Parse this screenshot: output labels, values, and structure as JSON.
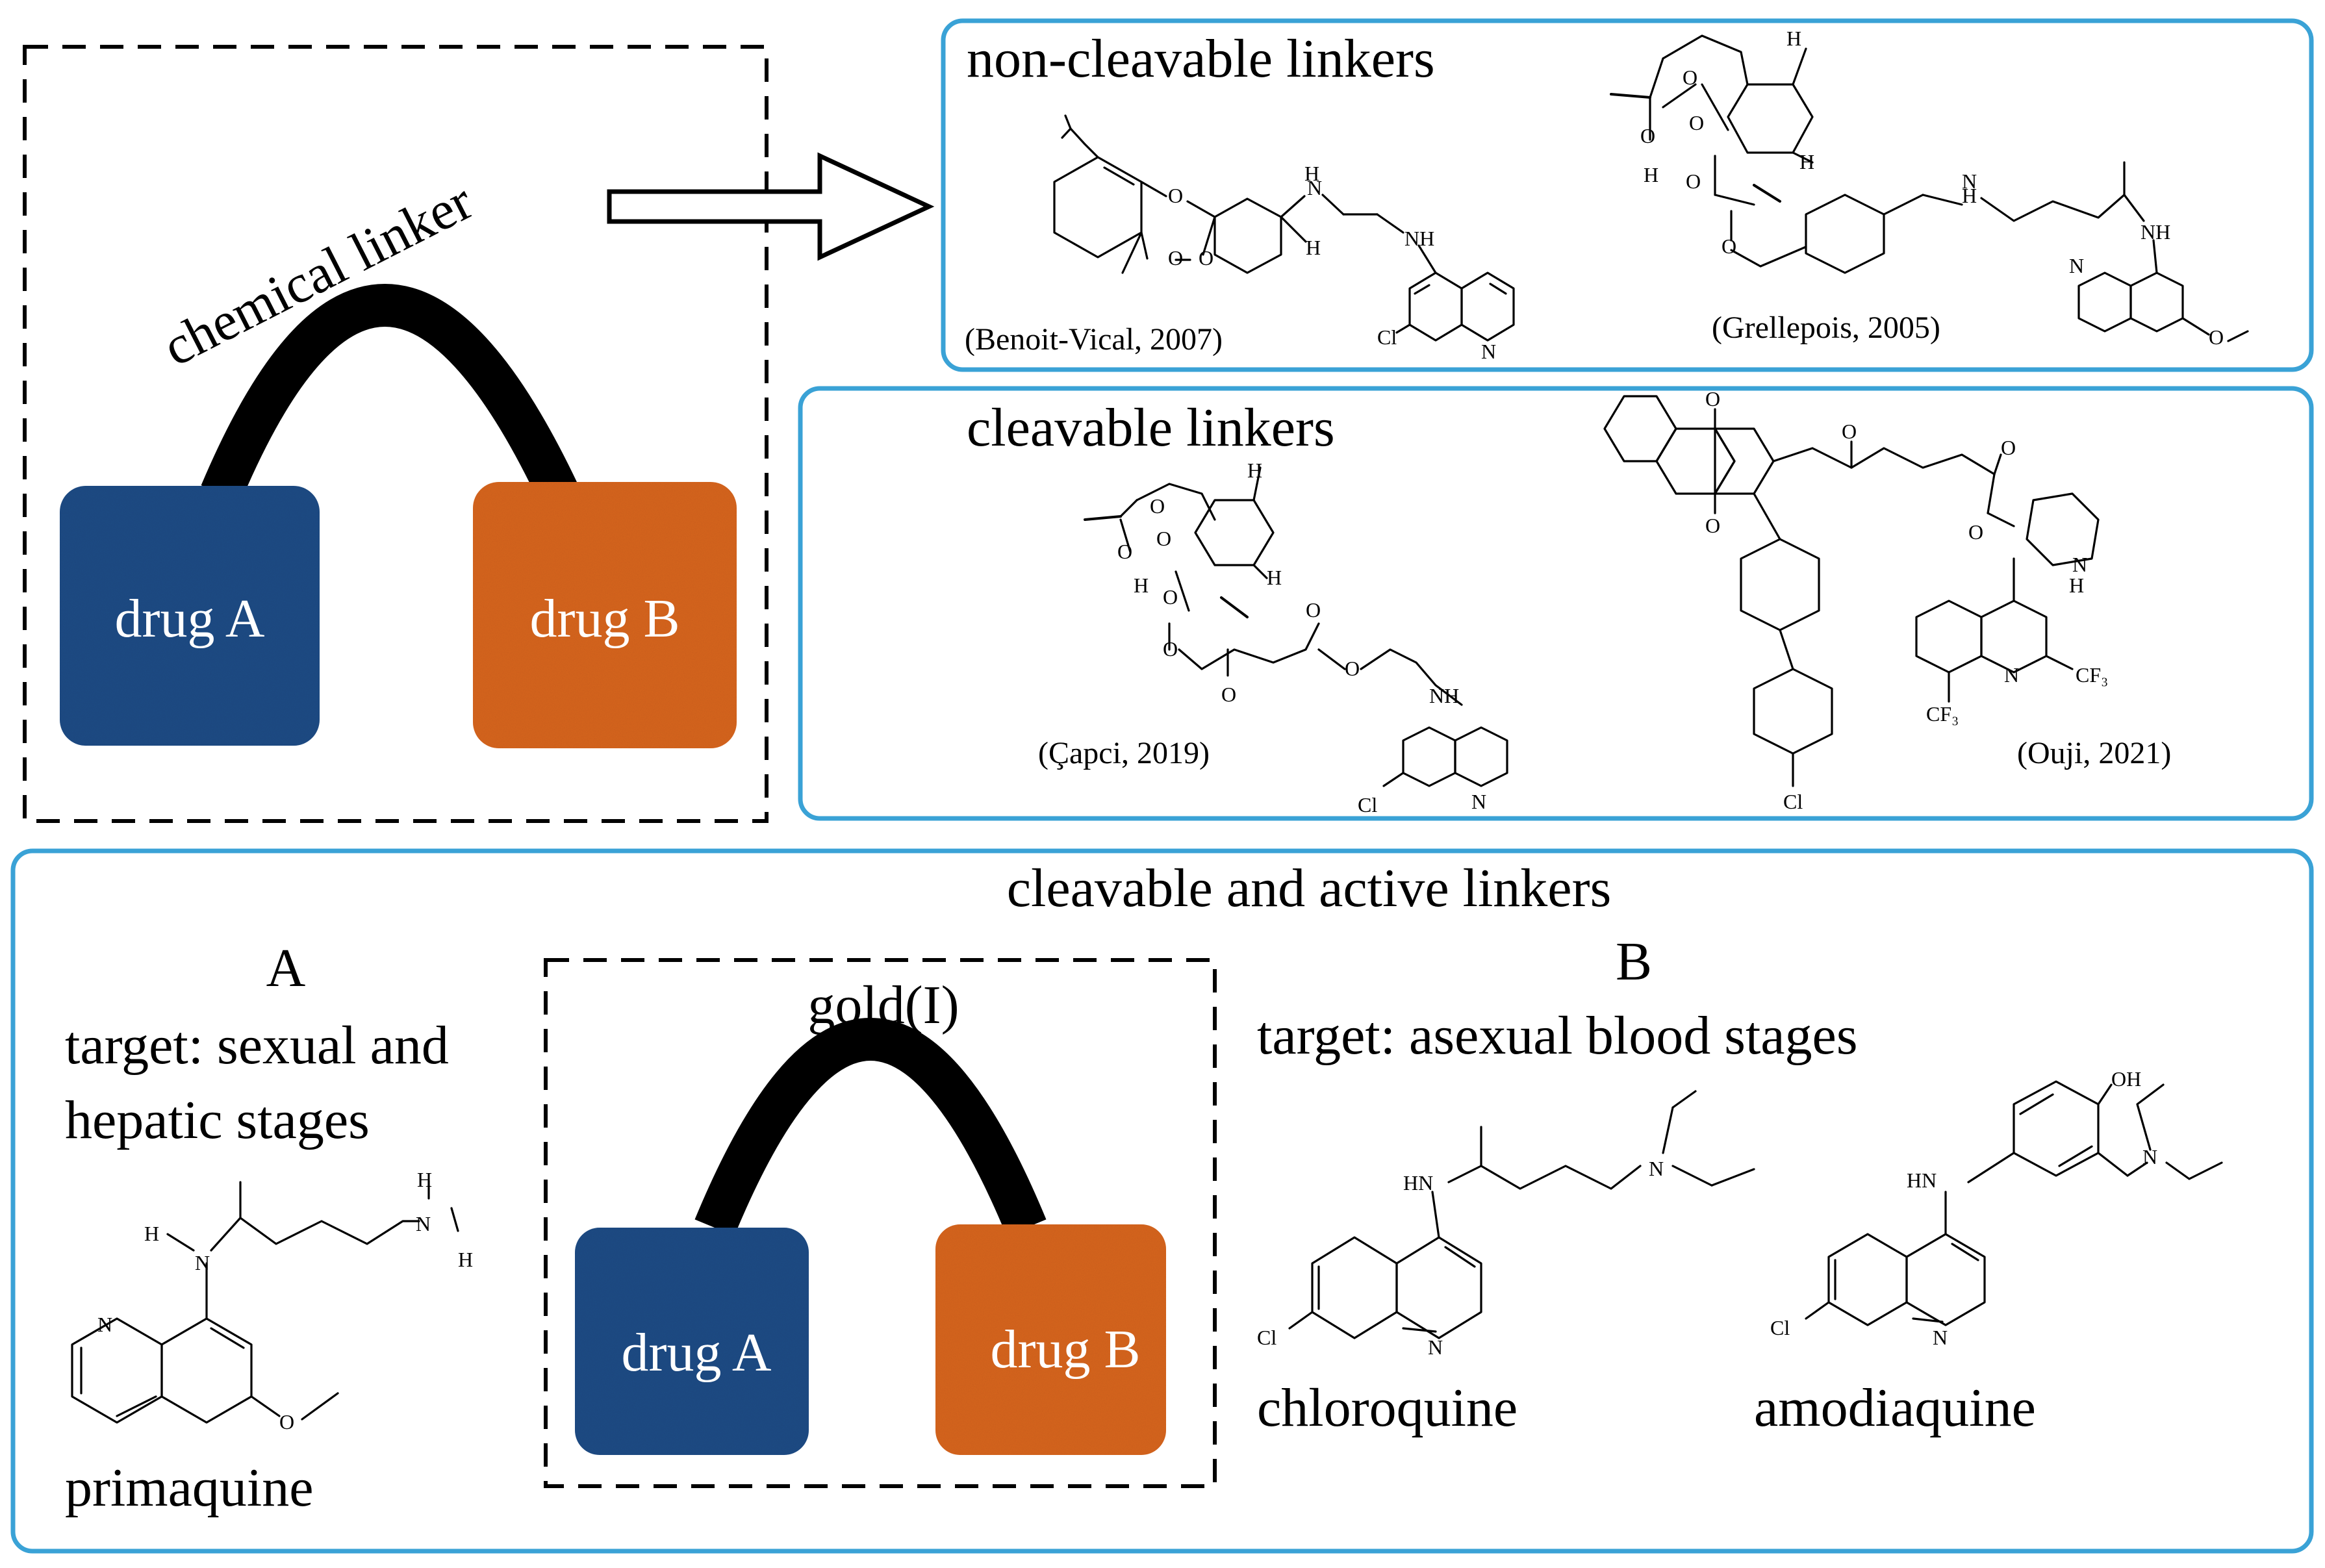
{
  "left_panel": {
    "linker_label": "chemical linker",
    "drug_a": "drug A",
    "drug_b": "drug B"
  },
  "non_cleavable": {
    "title": "non-cleavable linkers",
    "ref_1": "(Benoit-Vical, 2007)",
    "ref_2": "(Grellepois, 2005)"
  },
  "cleavable": {
    "title": "cleavable linkers",
    "ref_1": "(Çapci, 2019)",
    "ref_2": "(Ouji, 2021)"
  },
  "active": {
    "title": "cleavable and active linkers",
    "section_a": {
      "letter": "A",
      "target_line1": "target: sexual and",
      "target_line2": "hepatic stages",
      "drug": "primaquine"
    },
    "linker_label": "gold(I)",
    "drug_a": "drug A",
    "drug_b": "drug B",
    "section_b": {
      "letter": "B",
      "target": "target: asexual blood stages",
      "drug_1": "chloroquine",
      "drug_2": "amodiaquine"
    }
  },
  "atoms": {
    "O": "O",
    "N": "N",
    "H": "H",
    "NH": "NH",
    "HN": "HN",
    "Cl": "Cl",
    "OH": "OH",
    "CF3": "CF₃"
  },
  "colors": {
    "frame_blue": "#3aa2d6",
    "drug_a_blue": "#1d4c86",
    "drug_b_orange": "#d9661f",
    "linker_black": "#000000"
  }
}
